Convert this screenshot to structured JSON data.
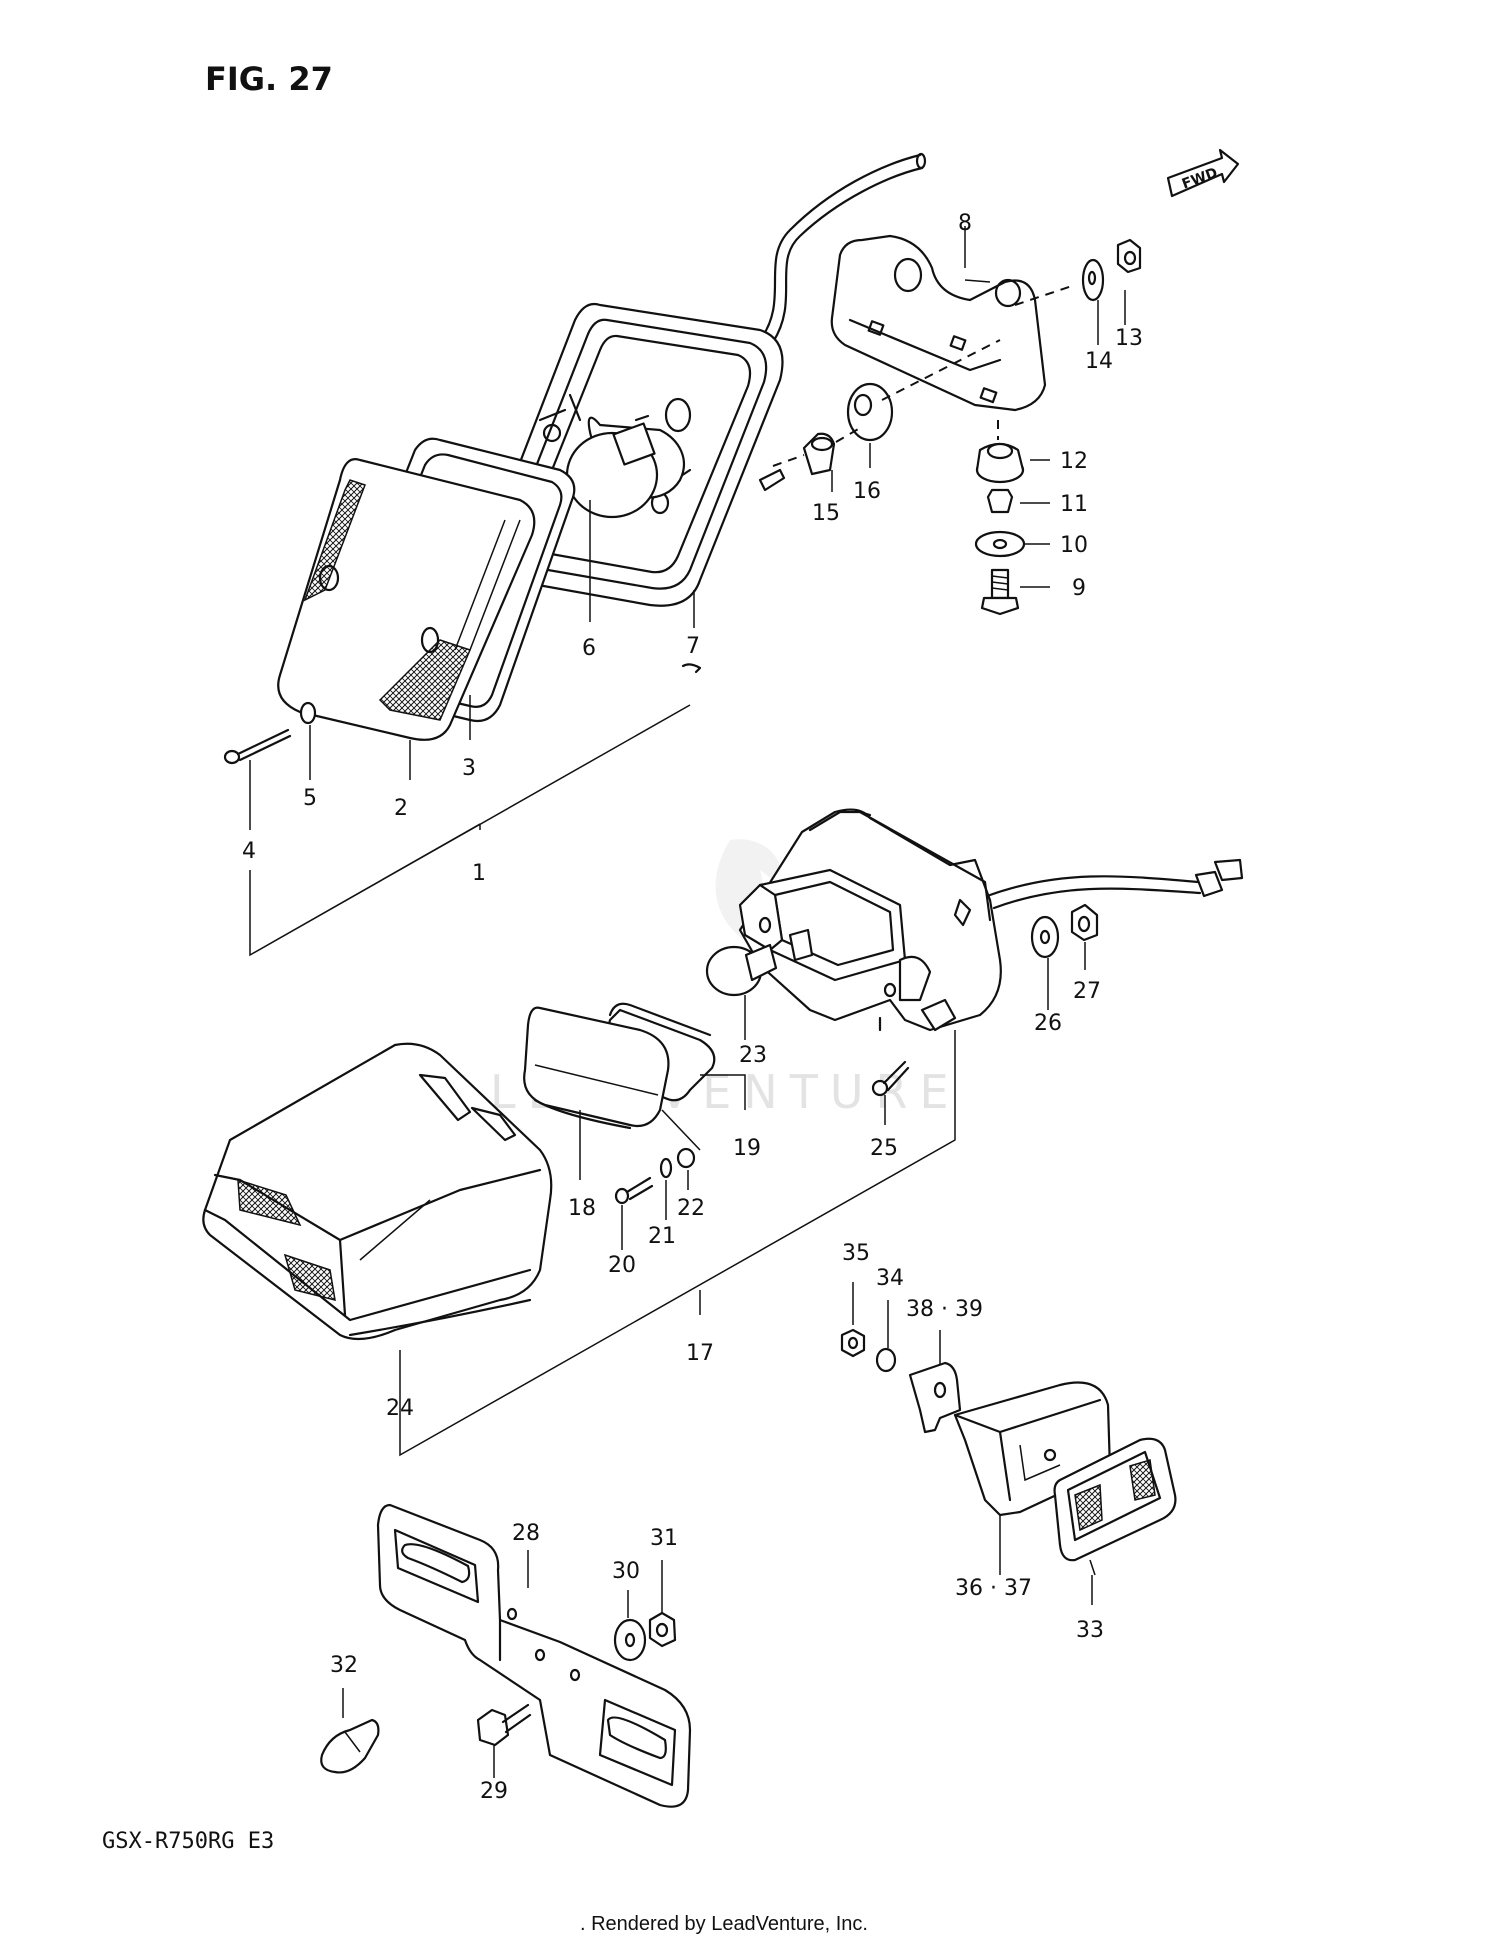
{
  "figure": {
    "title": "FIG. 27",
    "model": "GSX-R750RG  E3",
    "direction": "FWD"
  },
  "watermark": {
    "text": "LEADVENTURE"
  },
  "footer": {
    "text": ". Rendered by LeadVenture, Inc."
  },
  "callouts": [
    "1",
    "2",
    "3",
    "4",
    "5",
    "6",
    "7",
    "8",
    "9",
    "10",
    "11",
    "12",
    "13",
    "14",
    "15",
    "16",
    "17",
    "18",
    "19",
    "20",
    "21",
    "22",
    "23",
    "24",
    "25",
    "26",
    "27",
    "28",
    "29",
    "30",
    "31",
    "32",
    "33",
    "34",
    "35",
    "36 · 37",
    "38 · 39"
  ],
  "icons": {
    "direction": "fwd-arrow-icon",
    "watermark": "leadventure-flame-icon"
  }
}
